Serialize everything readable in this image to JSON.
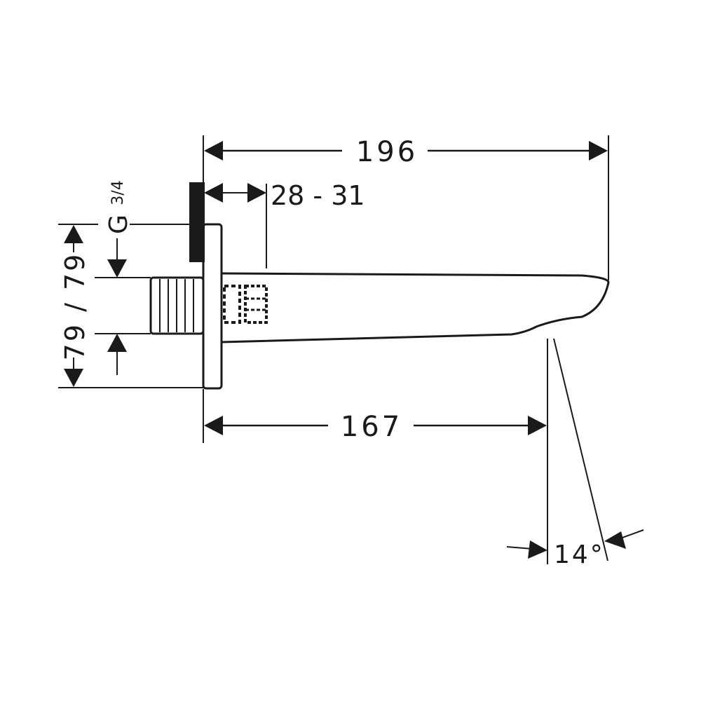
{
  "drawing": {
    "dim_overall_length": "196",
    "dim_wall_thickness": "28 - 31",
    "dim_outlet_reach": "167",
    "dim_height_range": "79 / 79",
    "dim_thread": "G",
    "dim_thread_size": "3/4",
    "dim_angle": "14°"
  }
}
